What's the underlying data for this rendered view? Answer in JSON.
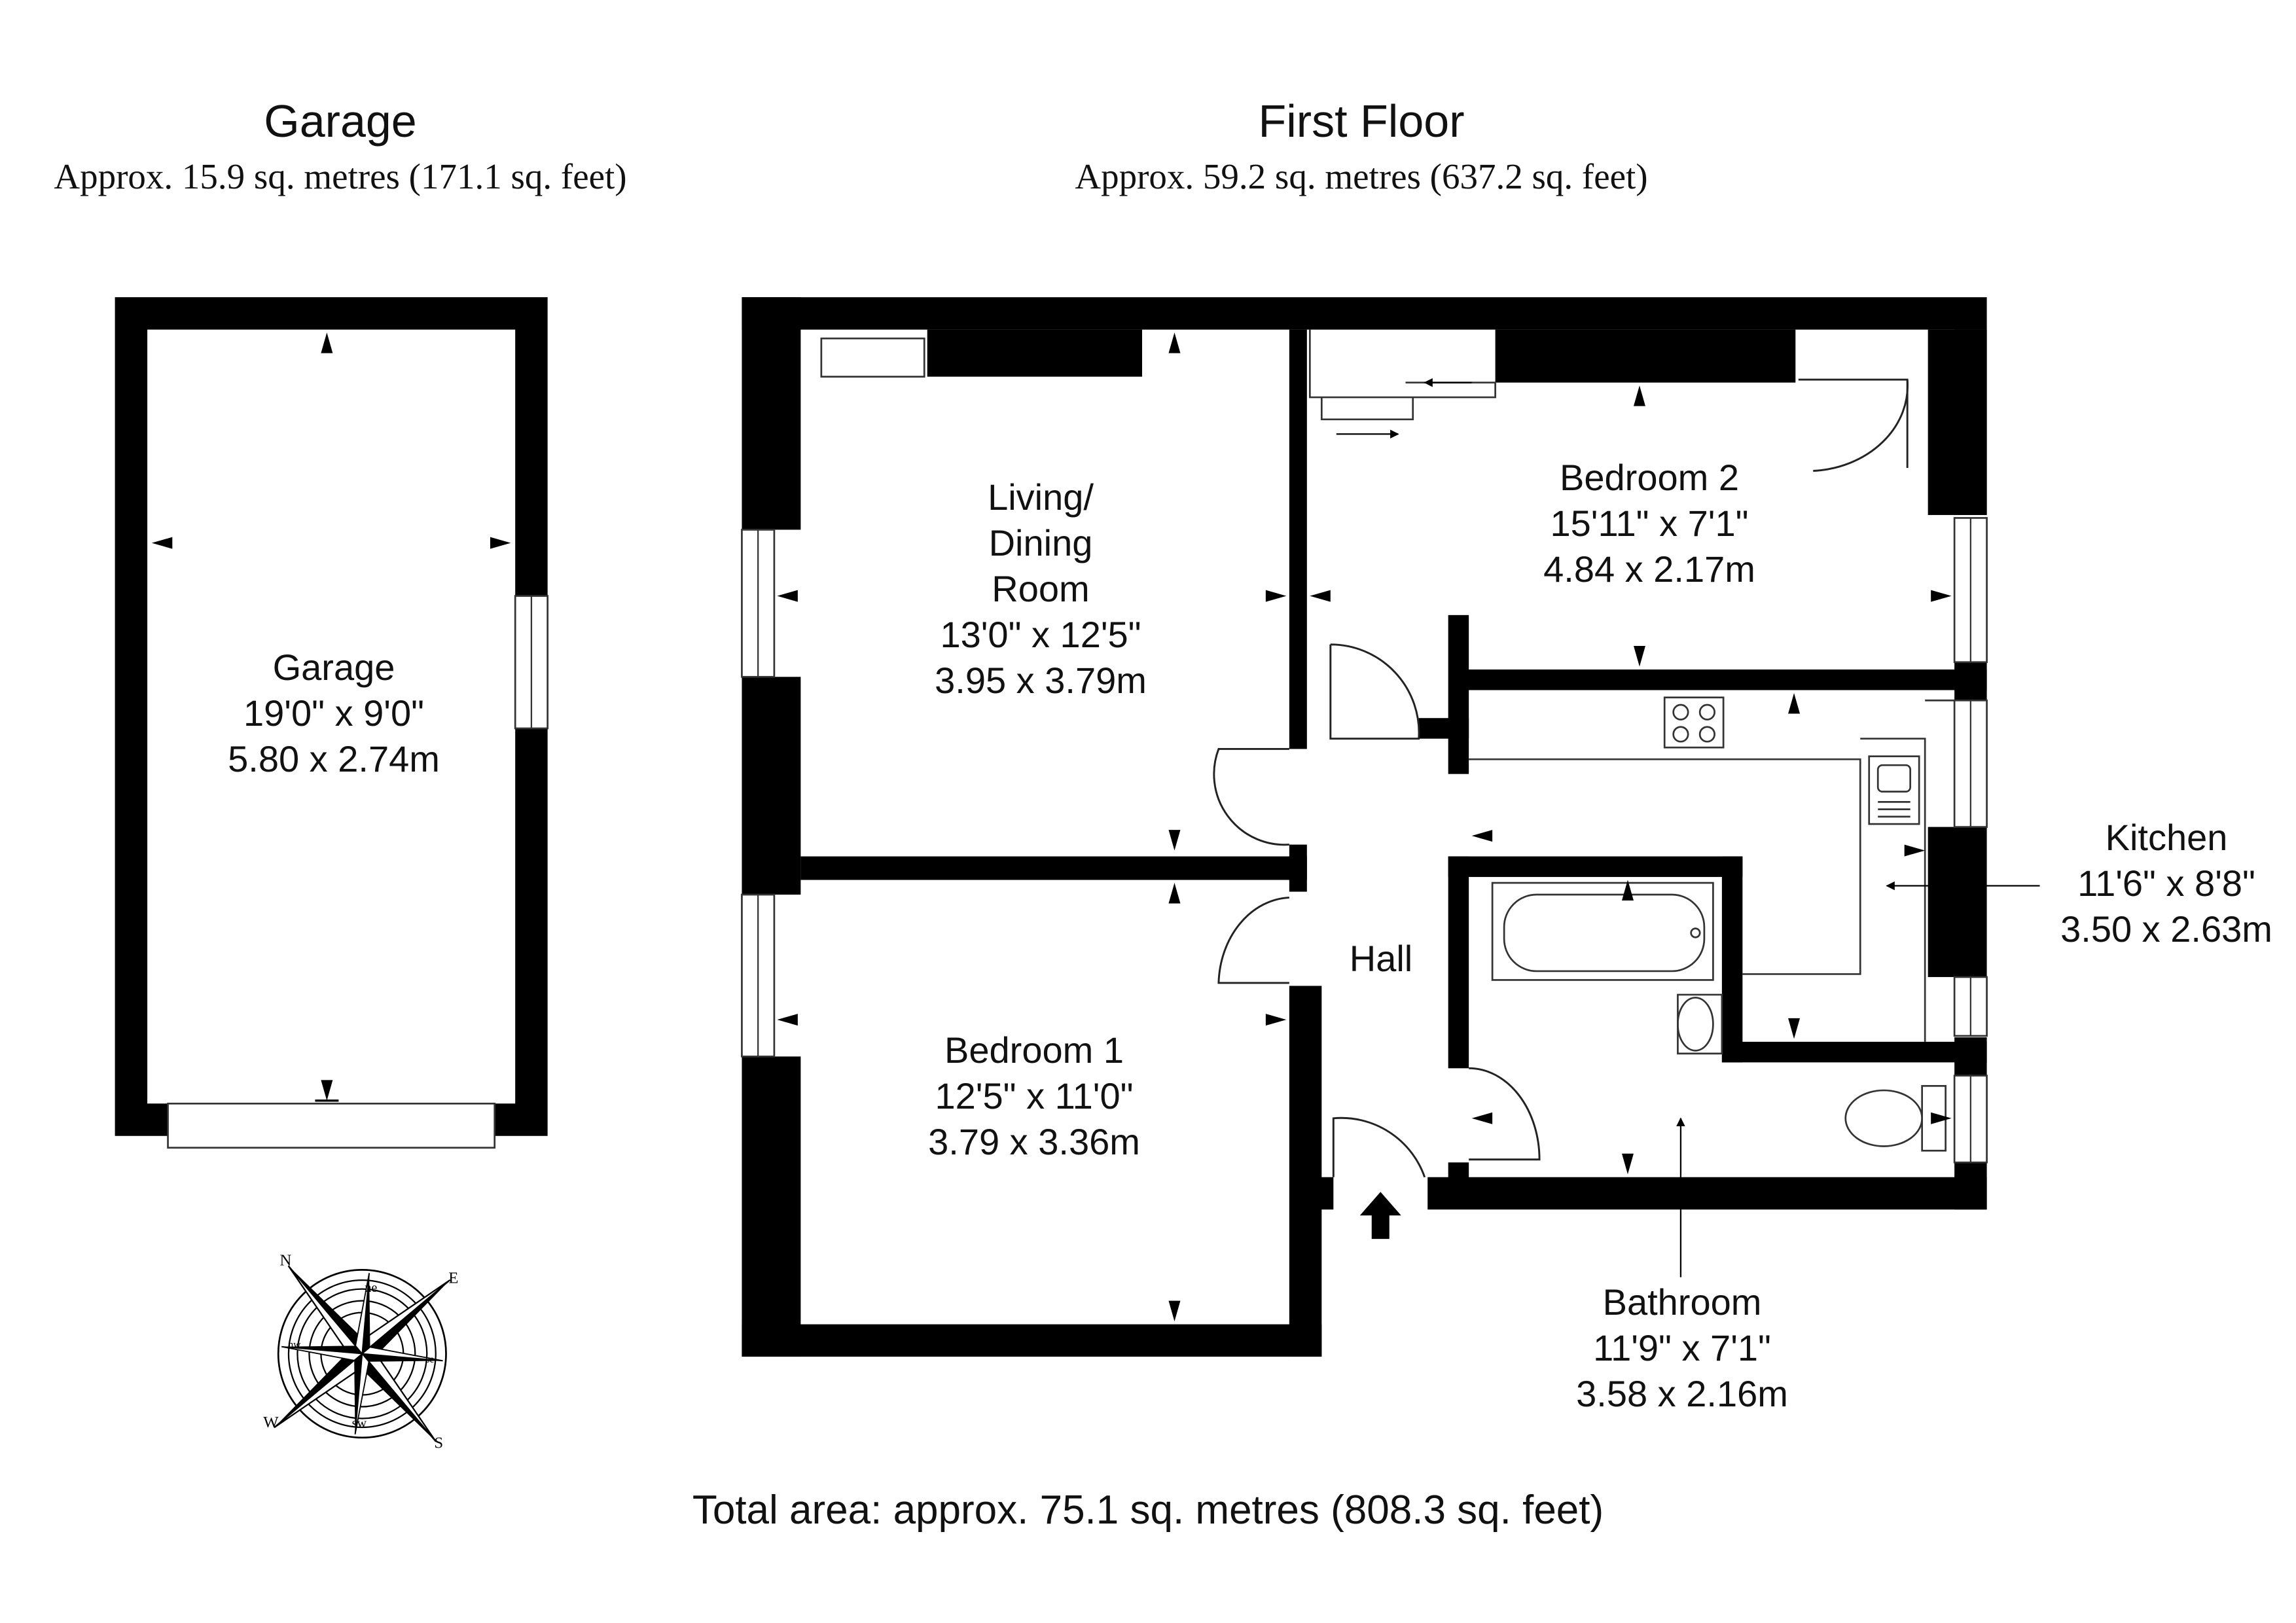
{
  "headers": {
    "garage": {
      "title": "Garage",
      "area": "Approx. 15.9 sq. metres (171.1 sq. feet)"
    },
    "first_floor": {
      "title": "First Floor",
      "area": "Approx. 59.2 sq. metres (637.2 sq. feet)"
    }
  },
  "rooms": {
    "garage": {
      "name": "Garage",
      "imperial": "19'0\" x 9'0\"",
      "metric": "5.80 x 2.74m"
    },
    "living": {
      "name1": "Living/",
      "name2": "Dining",
      "name3": "Room",
      "imperial": "13'0\" x 12'5\"",
      "metric": "3.95 x 3.79m"
    },
    "bedroom2": {
      "name": "Bedroom 2",
      "imperial": "15'11\" x 7'1\"",
      "metric": "4.84 x 2.17m"
    },
    "bedroom1": {
      "name": "Bedroom 1",
      "imperial": "12'5\" x 11'0\"",
      "metric": "3.79 x 3.36m"
    },
    "hall": {
      "name": "Hall"
    },
    "kitchen": {
      "name": "Kitchen",
      "imperial": "11'6\" x 8'8\"",
      "metric": "3.50 x 2.63m"
    },
    "bathroom": {
      "name": "Bathroom",
      "imperial": "11'9\" x 7'1\"",
      "metric": "3.58 x 2.16m"
    }
  },
  "compass": {
    "n": "N",
    "e": "E",
    "s": "S",
    "w": "W",
    "ne": "ne",
    "sw": "sw",
    "se": "se",
    "nw": "nw"
  },
  "total": "Total area: approx. 75.1 sq. metres (808.3 sq. feet)",
  "colors": {
    "wall": "#000000",
    "line": "#222222",
    "background": "#ffffff"
  }
}
